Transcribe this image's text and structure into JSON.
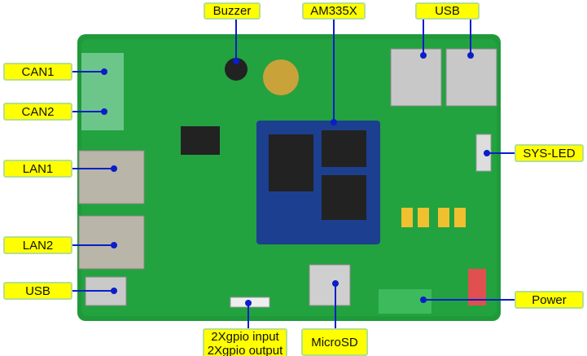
{
  "labels": {
    "buzzer": "Buzzer",
    "am335x": "AM335X",
    "usb_top": "USB",
    "can1": "CAN1",
    "can2": "CAN2",
    "lan1": "LAN1",
    "lan2": "LAN2",
    "usb_left": "USB",
    "sys_led": "SYS-LED",
    "power": "Power",
    "gpio_line1": "2Xgpio input",
    "gpio_line2": "2Xgpio output",
    "microsd": "MicroSD"
  },
  "colors": {
    "label_fill": "#ffff00",
    "label_border": "#b6e08a",
    "leader": "#0a1ec8",
    "pcb": "#1f9a3a"
  }
}
